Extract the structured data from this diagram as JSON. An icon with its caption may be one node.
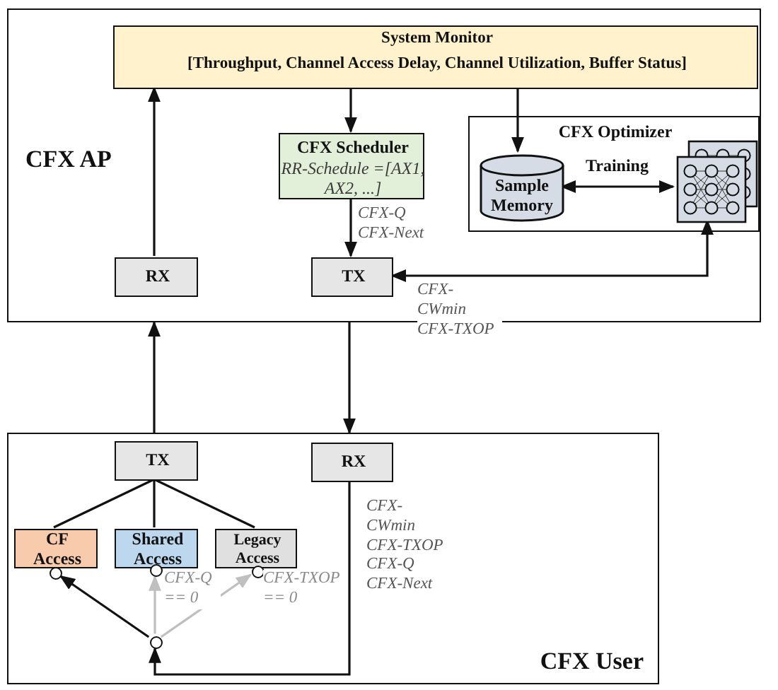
{
  "diagram": {
    "nodes": [
      {
        "text": [
          "CFX AP"
        ]
      },
      {
        "text": [
          "System Monitor",
          "[Throughput, Channel Access Delay,  Channel Utilization,  Buffer Status]"
        ],
        "in": 0
      },
      {
        "text": [
          "CFX Scheduler",
          "RR-Schedule =[AX1, AX2, ...]"
        ],
        "in": 0
      },
      {
        "text": [
          "CFX Optimizer"
        ],
        "in": 0
      },
      {
        "text": [
          "Sample Memory"
        ],
        "in": 3
      },
      {
        "text": [],
        "shape": "picture",
        "in": 3
      },
      {
        "text": [
          "RX"
        ],
        "in": 0
      },
      {
        "text": [
          "TX"
        ],
        "in": 0
      },
      {
        "text": [
          "CFX User"
        ]
      },
      {
        "text": [
          "TX"
        ],
        "in": 8
      },
      {
        "text": [
          "RX"
        ],
        "in": 8
      },
      {
        "text": [
          "CF Access"
        ],
        "in": 8
      },
      {
        "text": [
          "Shared Access"
        ],
        "in": 8
      },
      {
        "text": [
          "Legacy Access"
        ],
        "in": 8
      },
      {
        "text": [],
        "shape": "circle",
        "in": 8
      },
      {
        "text": [],
        "shape": "circle",
        "in": 8
      },
      {
        "text": [],
        "shape": "circle",
        "in": 8
      },
      {
        "text": [],
        "shape": "circle",
        "in": 8
      }
    ],
    "edges": [
      {
        "from": 6,
        "to": 1,
        "arrow": "to"
      },
      {
        "from": 1,
        "to": 2,
        "arrow": "to"
      },
      {
        "from": 2,
        "to": 7,
        "arrow": "to",
        "label": "CFX-Q CFX-Next"
      },
      {
        "from": 1,
        "to": 4,
        "arrow": "to"
      },
      {
        "from": 4,
        "to": 5,
        "arrow": "both",
        "label": "Training"
      },
      {
        "from": 5,
        "to": 7,
        "arrow": "both",
        "label": "CFX-CWmin CFX-TXOP"
      },
      {
        "from": 8,
        "to": 0,
        "arrow": "to"
      },
      {
        "from": 0,
        "to": 8,
        "arrow": "to"
      },
      {
        "from": 9,
        "to": 11,
        "arrow": "none"
      },
      {
        "from": 9,
        "to": 12,
        "arrow": "none"
      },
      {
        "from": 9,
        "to": 13,
        "arrow": "none"
      },
      {
        "from": 17,
        "to": 14,
        "arrow": "to"
      },
      {
        "from": 17,
        "to": 15,
        "arrow": "to",
        "color": "#bfbfbf",
        "label": "CFX-Q == 0"
      },
      {
        "from": 17,
        "to": 16,
        "arrow": "to",
        "color": "#bfbfbf",
        "label": "CFX-TXOP == 0"
      },
      {
        "from": 10,
        "to": 17,
        "arrow": "to",
        "label": "CFX-CWmin CFX-TXOP CFX-Q CFX-Next"
      }
    ]
  }
}
